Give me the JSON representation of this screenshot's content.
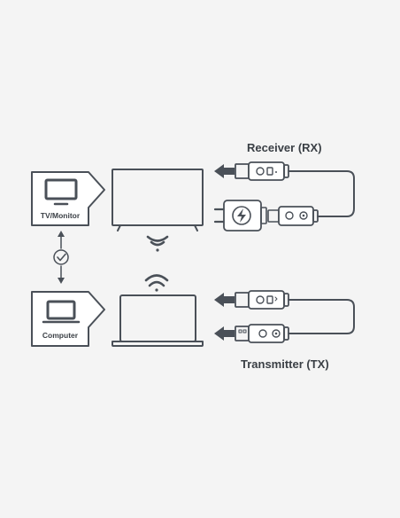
{
  "receiver": {
    "title": "Receiver (RX)"
  },
  "transmitter": {
    "title": "Transmitter (TX)"
  },
  "devices": {
    "tv_card_label": "TV/Monitor",
    "computer_card_label": "Computer"
  },
  "colors": {
    "background": "#f4f4f4",
    "stroke": "#4a5058",
    "text": "#3a3f45",
    "card_fill": "#ffffff"
  },
  "icons": [
    "monitor-icon",
    "laptop-icon",
    "tv-icon",
    "wifi-icon",
    "check-icon",
    "arrow-left-icon",
    "usb-connector-icon",
    "power-adapter-icon",
    "lightning-icon"
  ]
}
